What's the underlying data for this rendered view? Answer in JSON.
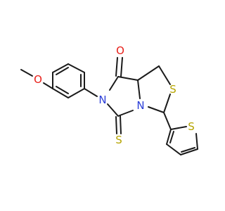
{
  "molecule": {
    "atoms": [
      {
        "id": "O_carbonyl",
        "symbol": "O",
        "color": "#e8201a"
      },
      {
        "id": "O_methoxy",
        "symbol": "O",
        "color": "#e8201a"
      },
      {
        "id": "N_amide",
        "symbol": "N",
        "color": "#2b3ed8"
      },
      {
        "id": "N_ring",
        "symbol": "N",
        "color": "#2b3ed8"
      },
      {
        "id": "S_thiazolidine",
        "symbol": "S",
        "color": "#b5a400"
      },
      {
        "id": "S_thione",
        "symbol": "S",
        "color": "#b5a400"
      },
      {
        "id": "S_thiophene",
        "symbol": "S",
        "color": "#b5a400"
      }
    ],
    "bond_color": "#1a1a1a"
  }
}
